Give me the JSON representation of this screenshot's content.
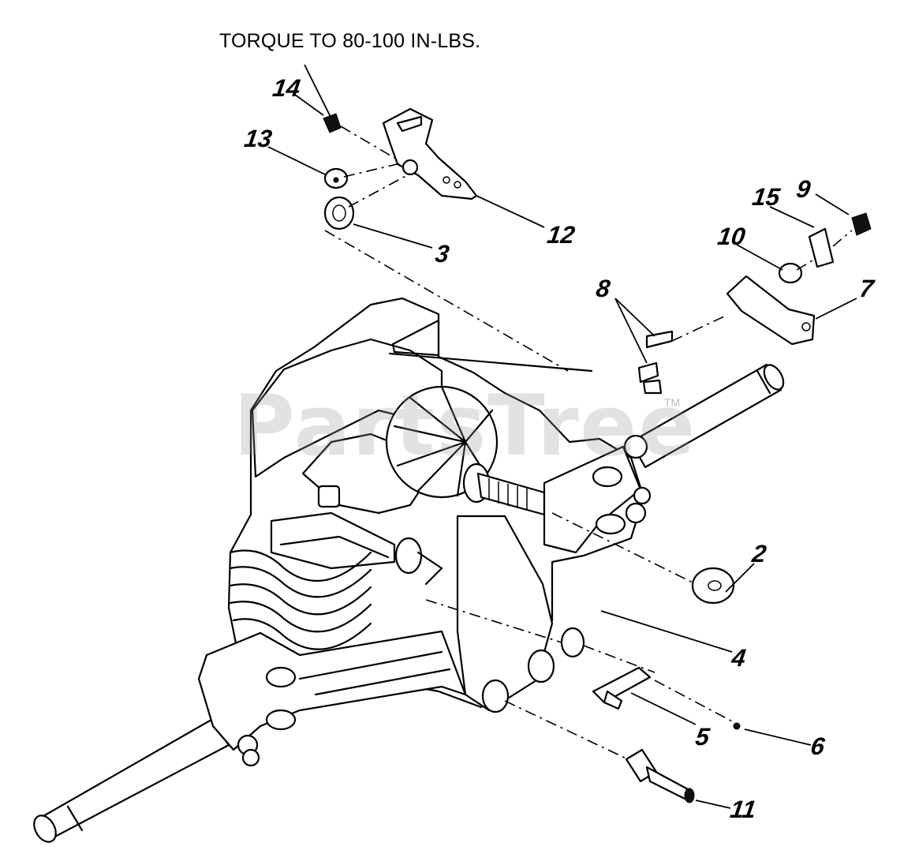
{
  "note": "TORQUE TO 80-100 IN-LBS.",
  "watermark": "PartsTree",
  "trademark": "TM",
  "callouts": [
    "14",
    "13",
    "12",
    "3",
    "9",
    "15",
    "10",
    "7",
    "8",
    "2",
    "4",
    "5",
    "6",
    "11"
  ]
}
